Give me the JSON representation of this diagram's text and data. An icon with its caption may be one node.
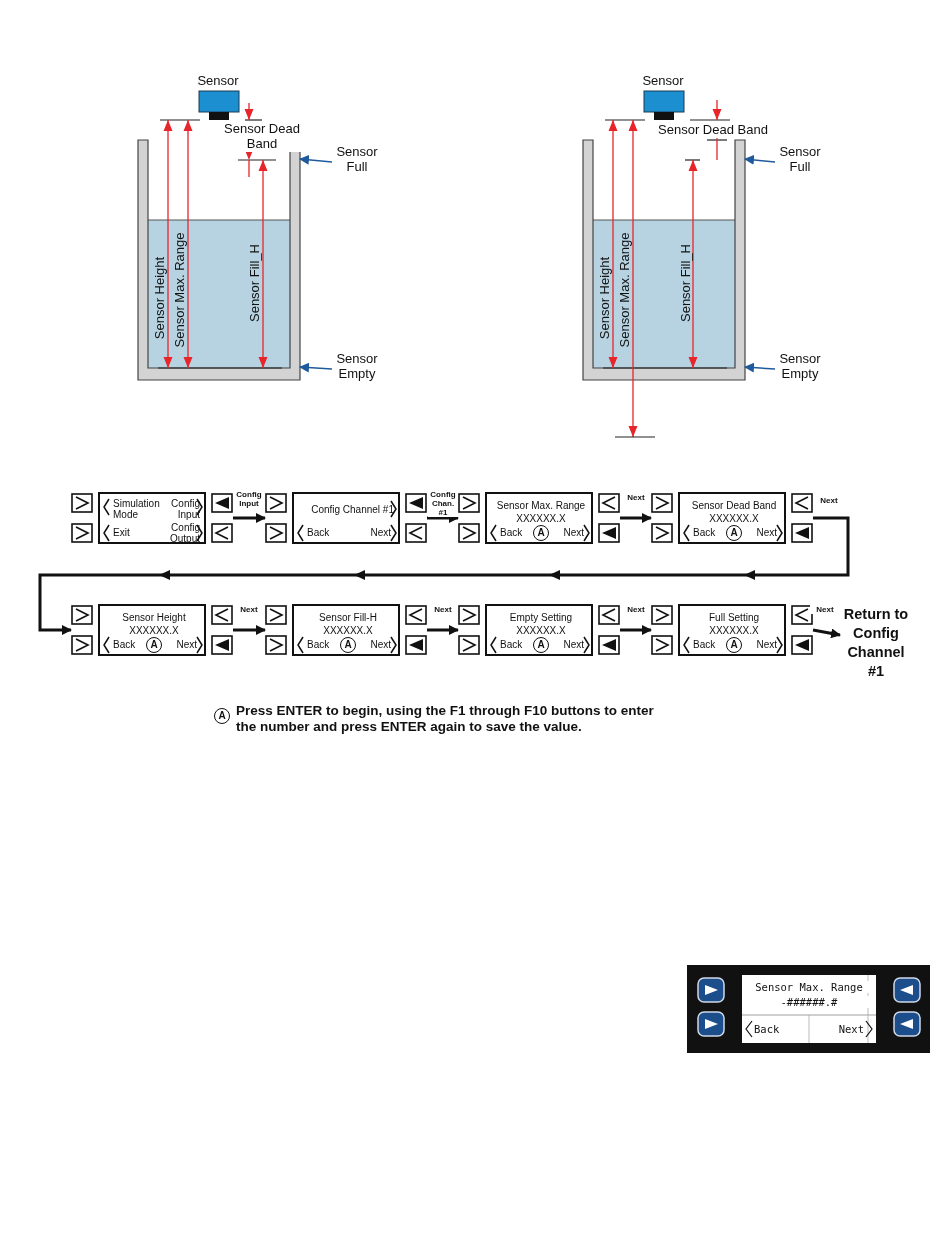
{
  "diagram": {
    "nodes": [
      {
        "text": [
          "Sensor Full"
        ]
      },
      {
        "text": [
          "Sensor Empty"
        ]
      },
      {
        "text": [
          "Sensor Full"
        ]
      },
      {
        "text": [
          "Sensor Empty"
        ]
      },
      {
        "text": [
          "Simulation Mode",
          "Config Input",
          "Exit",
          "Config Output"
        ]
      },
      {
        "text": [
          "Config Channel #1",
          "Back",
          "Next"
        ]
      },
      {
        "text": [
          "Sensor Max. Range",
          "XXXXXX.X",
          "Back",
          "A",
          "Next"
        ]
      },
      {
        "text": [
          "Sensor Dead Band",
          "XXXXXX.X",
          "Back",
          "A",
          "Next"
        ]
      },
      {
        "text": [
          "Sensor Height",
          "XXXXXX.X",
          "Back",
          "A",
          "Next"
        ]
      },
      {
        "text": [
          "Sensor Fill-H",
          "XXXXXX.X",
          "Back",
          "A",
          "Next"
        ]
      },
      {
        "text": [
          "Empty Setting",
          "XXXXXX.X",
          "Back",
          "A",
          "Next"
        ]
      },
      {
        "text": [
          "Full Setting",
          "XXXXXX.X",
          "Back",
          "A",
          "Next"
        ]
      },
      {
        "text": [
          "Return to Config Channel #1"
        ]
      },
      {
        "text": [
          "Sensor Max. Range",
          "-######.#",
          "Back",
          "Next"
        ]
      },
      {
        "text": [],
        "shape": "box"
      },
      {
        "text": [],
        "shape": "box"
      }
    ],
    "edges": [
      {
        "from": 0,
        "to": 14,
        "arrow": "to",
        "color": "#1f5b9c"
      },
      {
        "from": 1,
        "to": 14,
        "arrow": "to",
        "color": "#1f5b9c"
      },
      {
        "from": 2,
        "to": 15,
        "arrow": "to",
        "color": "#1f5b9c"
      },
      {
        "from": 3,
        "to": 15,
        "arrow": "to",
        "color": "#1f5b9c"
      },
      {
        "from": 4,
        "to": 5,
        "arrow": "to",
        "label": "Config Input"
      },
      {
        "from": 5,
        "to": 6,
        "arrow": "to",
        "label": "Config Chan. #1"
      },
      {
        "from": 6,
        "to": 7,
        "arrow": "to",
        "label": "Next"
      },
      {
        "from": 7,
        "to": 8,
        "arrow": "to",
        "label": "Next"
      },
      {
        "from": 8,
        "to": 9,
        "arrow": "to",
        "label": "Next"
      },
      {
        "from": 9,
        "to": 10,
        "arrow": "to",
        "label": "Next"
      },
      {
        "from": 10,
        "to": 11,
        "arrow": "to",
        "label": "Next"
      },
      {
        "from": 11,
        "to": 12,
        "arrow": "to",
        "label": "Next"
      }
    ],
    "labels": [
      "Sensor",
      "Sensor Dead Band",
      "Sensor Height",
      "Sensor Max. Range",
      "Sensor Fill_H",
      "Sensor",
      "Sensor Dead Band",
      "Sensor Height",
      "Sensor Max. Range",
      "Sensor Fill_H",
      "A",
      "Press ENTER to begin, using the F1 through F10 buttons to enter the number and press ENTER again to save the value."
    ]
  }
}
